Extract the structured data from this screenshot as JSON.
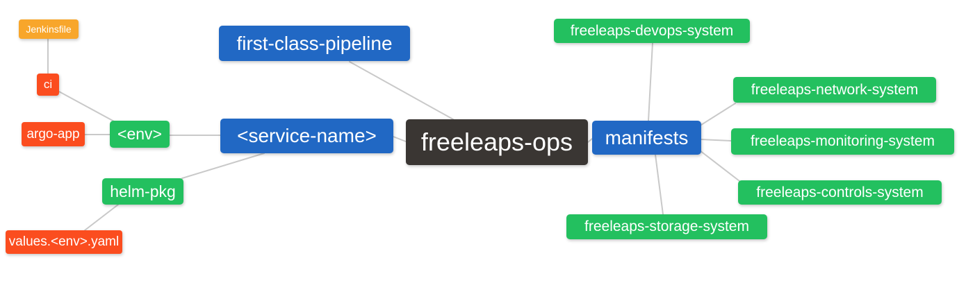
{
  "nodes": {
    "root": {
      "label": "freeleaps-ops",
      "color": "#3a3633",
      "level": 0
    },
    "first_class_pipeline": {
      "label": "first-class-pipeline",
      "color": "#2168c4",
      "level": 1
    },
    "service_name": {
      "label": "<service-name>",
      "color": "#2168c4",
      "level": 1
    },
    "manifests": {
      "label": "manifests",
      "color": "#2168c4",
      "level": 1
    },
    "env": {
      "label": "<env>",
      "color": "#23c05f",
      "level": 2
    },
    "helm_pkg": {
      "label": "helm-pkg",
      "color": "#23c05f",
      "level": 2
    },
    "ci": {
      "label": "ci",
      "color": "#fb4d1f",
      "level": 3
    },
    "argo_app": {
      "label": "argo-app",
      "color": "#fb4d1f",
      "level": 3
    },
    "values_env_yaml": {
      "label": "values.<env>.yaml",
      "color": "#fb4d1f",
      "level": 3
    },
    "jenkinsfile": {
      "label": "Jenkinsfile",
      "color": "#f8a62b",
      "level": 4
    },
    "devops_system": {
      "label": "freeleaps-devops-system",
      "color": "#23c05f",
      "level": 2
    },
    "network_system": {
      "label": "freeleaps-network-system",
      "color": "#23c05f",
      "level": 2
    },
    "monitoring_system": {
      "label": "freeleaps-monitoring-system",
      "color": "#23c05f",
      "level": 2
    },
    "controls_system": {
      "label": "freeleaps-controls-system",
      "color": "#23c05f",
      "level": 2
    },
    "storage_system": {
      "label": "freeleaps-storage-system",
      "color": "#23c05f",
      "level": 2
    }
  },
  "edges": [
    {
      "from": "jenkinsfile",
      "to": "ci"
    },
    {
      "from": "ci",
      "to": "env"
    },
    {
      "from": "argo_app",
      "to": "env"
    },
    {
      "from": "env",
      "to": "service_name"
    },
    {
      "from": "helm_pkg",
      "to": "service_name"
    },
    {
      "from": "values_env_yaml",
      "to": "helm_pkg"
    },
    {
      "from": "first_class_pipeline",
      "to": "root"
    },
    {
      "from": "service_name",
      "to": "root"
    },
    {
      "from": "root",
      "to": "manifests"
    },
    {
      "from": "manifests",
      "to": "devops_system"
    },
    {
      "from": "manifests",
      "to": "network_system"
    },
    {
      "from": "manifests",
      "to": "monitoring_system"
    },
    {
      "from": "manifests",
      "to": "controls_system"
    },
    {
      "from": "manifests",
      "to": "storage_system"
    }
  ],
  "palette": {
    "root": "#3a3633",
    "branch_blue": "#2168c4",
    "green": "#23c05f",
    "red": "#fb4d1f",
    "orange": "#f8a62b",
    "edge_line": "#c9c9c9",
    "text": "#ffffff",
    "background": "#ffffff"
  }
}
